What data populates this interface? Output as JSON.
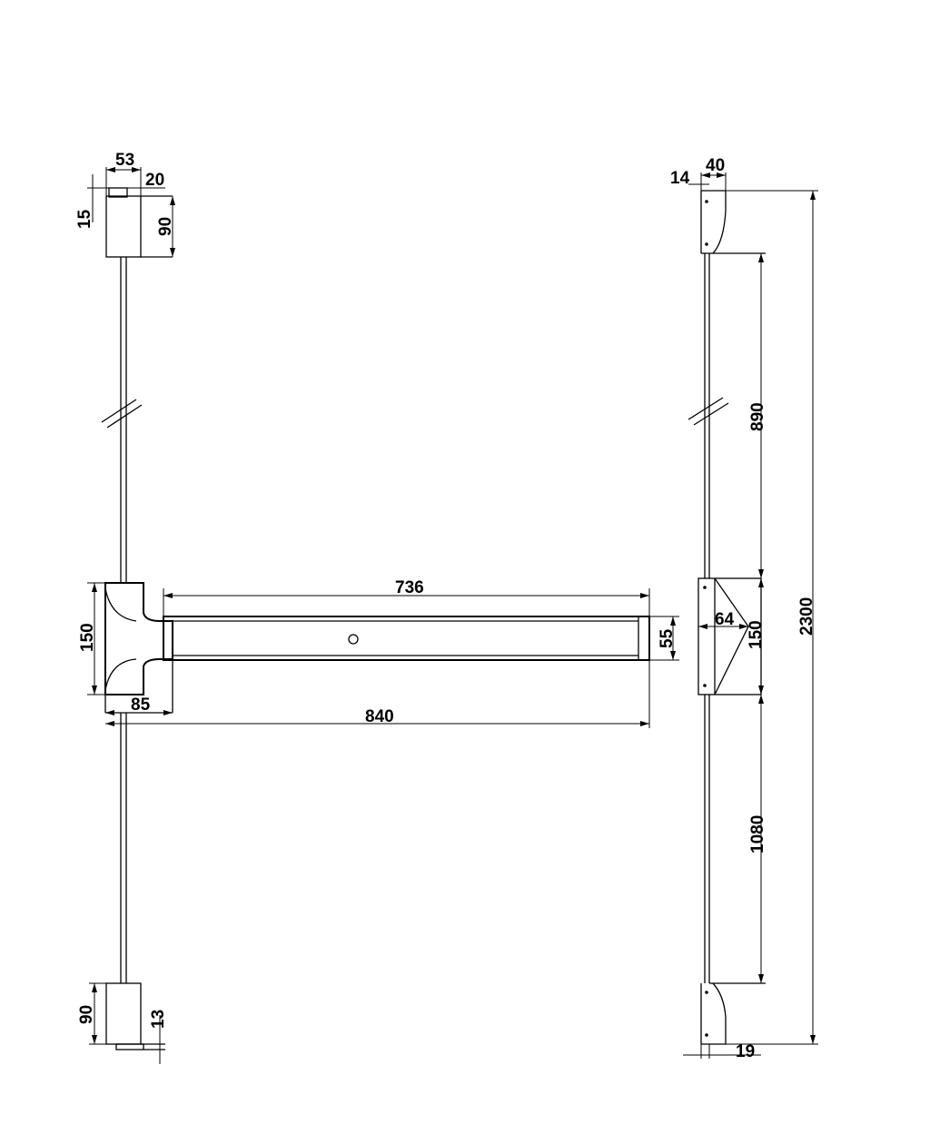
{
  "front_view": {
    "dims": {
      "top_width": "53",
      "top_offset": "20",
      "top_latch": "15",
      "top_height": "90",
      "housing_height": "150",
      "bar_length": "736",
      "bar_depth": "55",
      "housing_width": "85",
      "total_width": "840",
      "bottom_height": "90",
      "bottom_latch": "13"
    }
  },
  "side_view": {
    "dims": {
      "top_offset": "14",
      "top_width": "40",
      "upper_rod": "890",
      "bar_projection": "64",
      "housing_height": "150",
      "total_height": "2300",
      "lower_rod": "1080",
      "bottom_offset": "19"
    }
  },
  "colors": {
    "line": "#000000",
    "background": "#ffffff"
  }
}
